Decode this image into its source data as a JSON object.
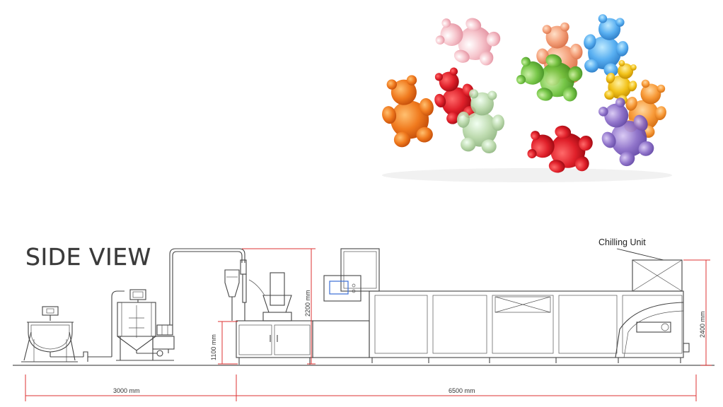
{
  "heading": "SIDE VIEW",
  "callout": "Chilling Unit",
  "dimensions": {
    "cooker_height": "1100 mm",
    "depositor_height": "2200 mm",
    "chiller_height": "2400 mm",
    "prep_length": "3000 mm",
    "line_length": "6500 mm"
  },
  "colors": {
    "dimension_line": "#dd3333",
    "machine_line": "#444444",
    "screen": "#3b6fd6"
  },
  "photo": {
    "subject": "gummy-bears",
    "bear_colors": [
      "#f07a1e",
      "#e0202a",
      "#6cc23a",
      "#4aa8f0",
      "#f4a07a",
      "#8a6cc8",
      "#b8d8a8",
      "#f6c0c8",
      "#f2c21a"
    ]
  }
}
